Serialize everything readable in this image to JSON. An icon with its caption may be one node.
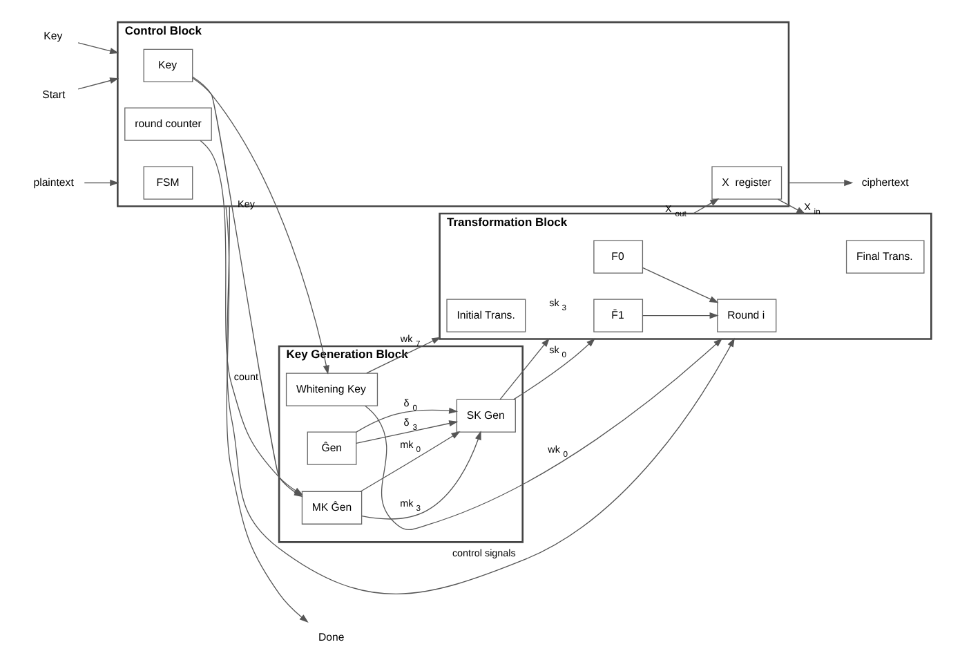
{
  "diagram": {
    "nodes": [
      {
        "text": [
          "Control Block"
        ]
      },
      {
        "text": [
          "Key"
        ],
        "in": 0
      },
      {
        "text": [
          "round counter"
        ],
        "in": 0
      },
      {
        "text": [
          "FSM"
        ],
        "in": 0
      },
      {
        "text": [
          "X  register"
        ],
        "in": 0
      },
      {
        "text": [
          "Key Generation Block"
        ]
      },
      {
        "text": [
          "Ĝen"
        ],
        "in": 5
      },
      {
        "text": [
          "MK Ĝen"
        ],
        "in": 5
      },
      {
        "text": [
          "Whitening Key"
        ],
        "in": 5
      },
      {
        "text": [
          "SK Gen"
        ],
        "in": 5
      },
      {
        "text": [
          "Transformation Block"
        ]
      },
      {
        "text": [
          "Initial Trans."
        ],
        "in": 10
      },
      {
        "text": [
          "Round i"
        ],
        "in": 10
      },
      {
        "text": [
          "Final Trans."
        ],
        "in": 10
      },
      {
        "text": [
          "F0"
        ],
        "in": 10
      },
      {
        "text": [
          "F̄1"
        ],
        "in": 10
      },
      {
        "text": [
          "Key"
        ]
      },
      {
        "text": [
          "Start"
        ]
      },
      {
        "text": [
          "Done"
        ]
      },
      {
        "text": [
          "plaintext"
        ]
      },
      {
        "text": [
          "ciphertext"
        ]
      }
    ],
    "edges": [
      {
        "from": 16,
        "to": 0,
        "arrow": "to"
      },
      {
        "from": 1,
        "to": 7,
        "arrow": "to",
        "label": "Key"
      },
      {
        "from": 1,
        "to": 8,
        "arrow": "to"
      },
      {
        "from": 2,
        "to": 7,
        "arrow": "to",
        "label": "count"
      },
      {
        "from": 6,
        "to": 9,
        "arrow": "to",
        "label": "δ$_{3}$"
      },
      {
        "from": 6,
        "to": 9,
        "arrow": "to",
        "label": "δ$_{0}$"
      },
      {
        "from": 7,
        "to": 9,
        "arrow": "to",
        "label": "mk$_{3}$"
      },
      {
        "from": 7,
        "to": 9,
        "arrow": "to",
        "label": "mk$_{0}$"
      },
      {
        "from": 9,
        "to": 10,
        "arrow": "to",
        "label": "sk$_{3}$"
      },
      {
        "from": 9,
        "to": 10,
        "arrow": "to",
        "label": "sk$_{0}$"
      },
      {
        "from": 8,
        "to": 10,
        "arrow": "to",
        "label": "wk$_{7}$"
      },
      {
        "from": 8,
        "to": 10,
        "arrow": "to",
        "label": "wk$_{0}$"
      },
      {
        "from": 17,
        "to": 0,
        "arrow": "to"
      },
      {
        "from": 0,
        "to": 18,
        "arrow": "to"
      },
      {
        "from": 19,
        "to": 0,
        "arrow": "to"
      },
      {
        "from": 0,
        "to": 20,
        "arrow": "to"
      },
      {
        "from": 0,
        "to": 10,
        "arrow": "to",
        "label": "control signals"
      },
      {
        "from": 4,
        "to": 10,
        "arrow": "to",
        "label": "X$_{in}$"
      },
      {
        "from": 10,
        "to": 4,
        "arrow": "to",
        "label": "X$_{out}$"
      },
      {
        "from": 14,
        "to": 12,
        "arrow": "to"
      },
      {
        "from": 15,
        "to": 12,
        "arrow": "to"
      }
    ]
  }
}
